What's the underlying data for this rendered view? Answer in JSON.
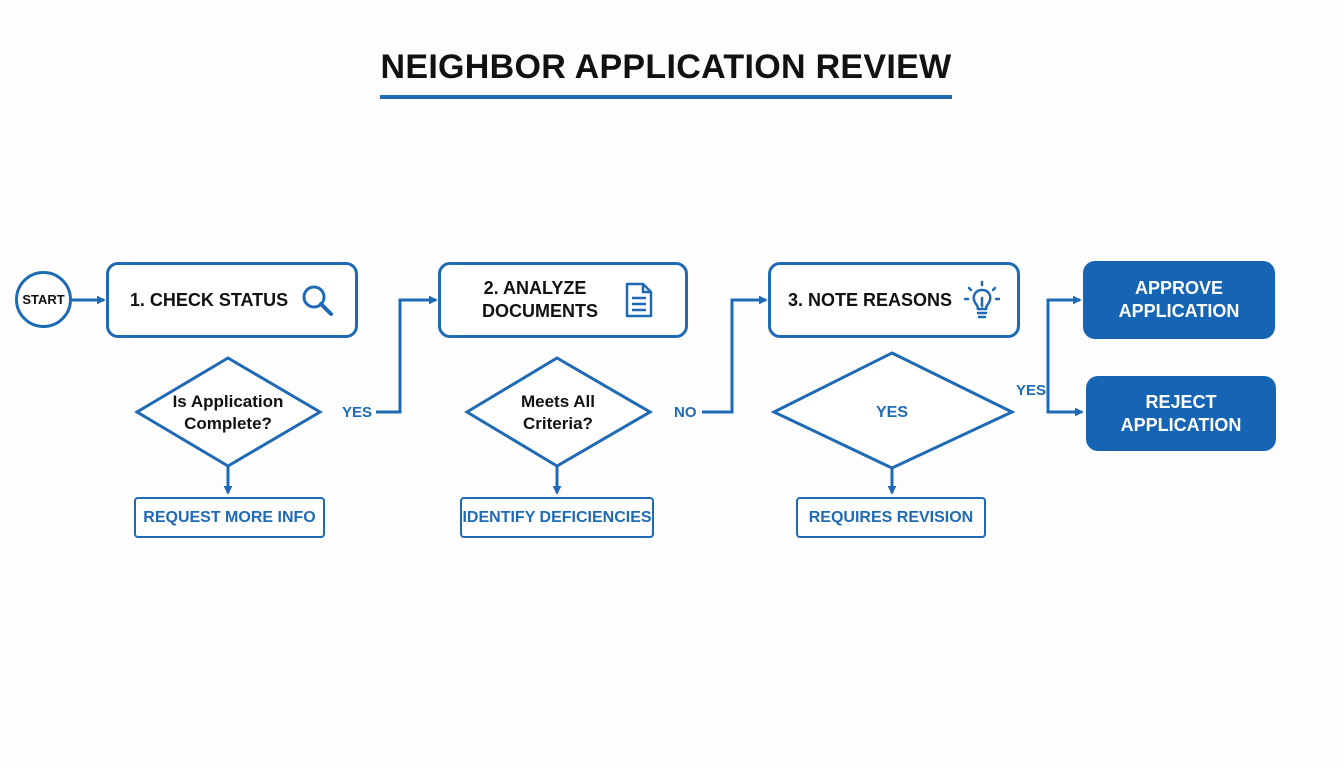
{
  "title": "NEIGHBOR APPLICATION REVIEW",
  "colors": {
    "accent": "#1f6ab4",
    "final_fill": "#1565b4",
    "text": "#111111",
    "background": "#fdfdfe"
  },
  "nodes": {
    "start": "START",
    "step1": "1. CHECK STATUS",
    "step2_line1": "2. ANALYZE",
    "step2_line2": "DOCUMENTS",
    "step3": "3. NOTE REASONS",
    "decision1_line1": "Is Application",
    "decision1_line2": "Complete?",
    "decision2_line1": "Meets All",
    "decision2_line2": "Criteria?",
    "decision3": "YES",
    "outcome1": "REQUEST MORE INFO",
    "outcome2": "IDENTIFY DEFICIENCIES",
    "outcome3": "REQUIRES REVISION",
    "approve_line1": "APPROVE",
    "approve_line2": "APPLICATION",
    "reject_line1": "REJECT",
    "reject_line2": "APPLICATION"
  },
  "edges": {
    "yes1": "YES",
    "no2": "NO",
    "yes3": "YES"
  },
  "icons": {
    "step1": "magnifier-icon",
    "step2": "document-icon",
    "step3": "lightbulb-icon"
  }
}
